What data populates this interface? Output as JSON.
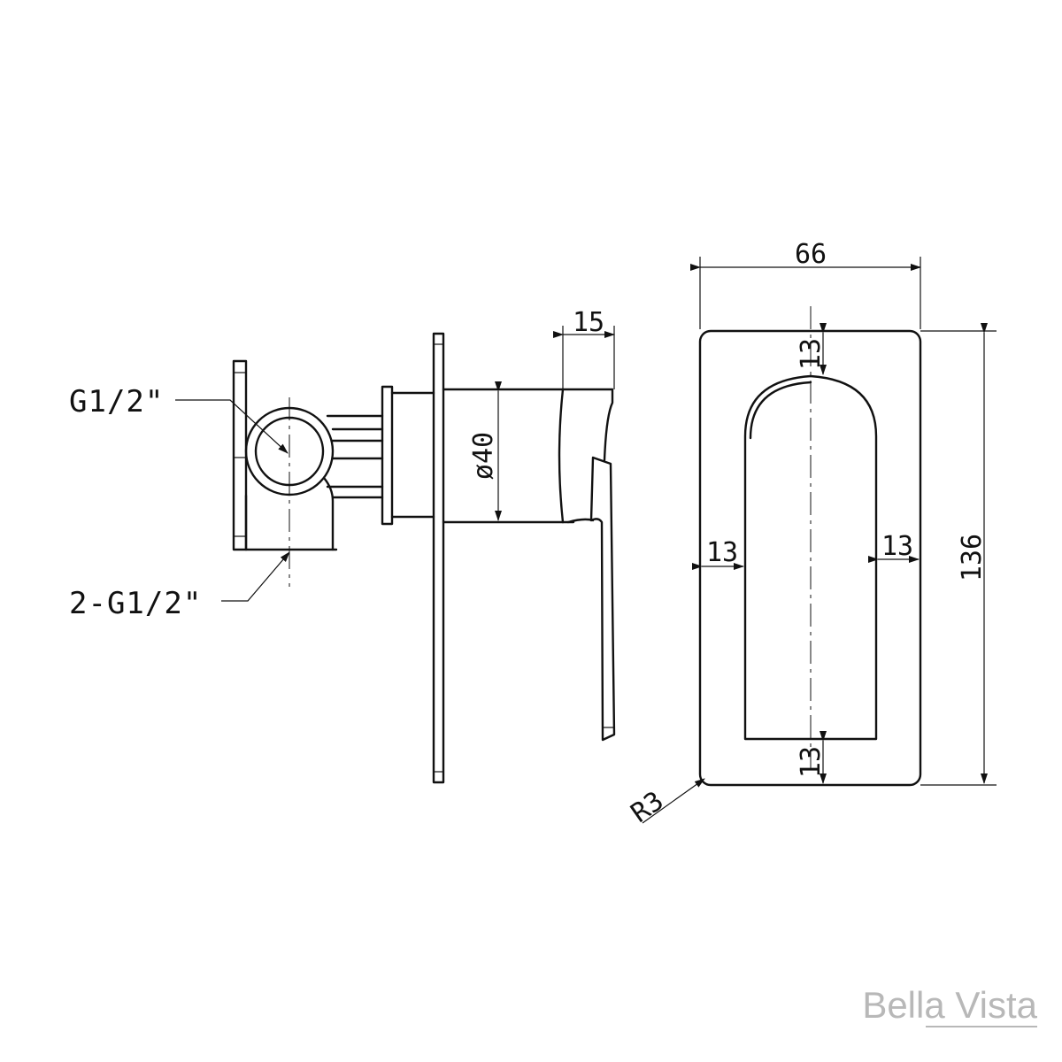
{
  "callouts": {
    "inlet_top": "G1/2\"",
    "inlet_bottom": "2-G1/2\""
  },
  "dimensions": {
    "diameter": "ø40",
    "handle_depth": "15",
    "plate_width": "66",
    "plate_height": "136",
    "top_margin": "13",
    "bottom_margin": "13",
    "left_margin": "13",
    "right_margin": "13",
    "corner_radius": "R3"
  },
  "brand": {
    "name": "Bella Vista",
    "color": "#b8b8b8"
  }
}
